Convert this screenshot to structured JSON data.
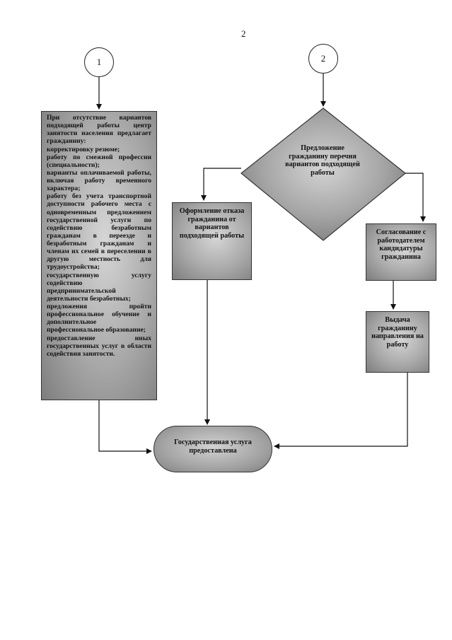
{
  "page_number": "2",
  "start_nodes": [
    {
      "label": "1"
    },
    {
      "label": "2"
    }
  ],
  "left_box": {
    "lines": [
      "При отсутствие вариантов подходящей работы центр занятости населения предлагает гражданину:",
      "корректировку резюме;",
      "работу по смежной профессии (специальности);",
      "варианты оплачиваемой работы, включая работу временного характера;",
      "работу без учета транспортной доступности рабочего места с одновременным предложением государственной услуги по содействию безработным гражданам в переезде и безработным гражданам и членам их семей в переселении в другую местность для трудоустройства;",
      "государственную услугу содействию предпринимательской деятельности безработных;",
      "предложения пройти профессиональное обучение и дополнительное профессиональное образование;",
      "предоставление иных государственных услуг в области содействия занятости."
    ]
  },
  "decision": {
    "label": "Предложение гражданину перечня вариантов подходящей работы"
  },
  "refusal_box": {
    "label": "Оформление отказа гражданина от вариантов подходящей работы"
  },
  "approval_box": {
    "label": "Согласование с работодателем кандидатуры гражданина"
  },
  "referral_box": {
    "label": "Выдача гражданину направления на работу"
  },
  "end_node": {
    "label": "Государственная услуга предоставлена"
  }
}
